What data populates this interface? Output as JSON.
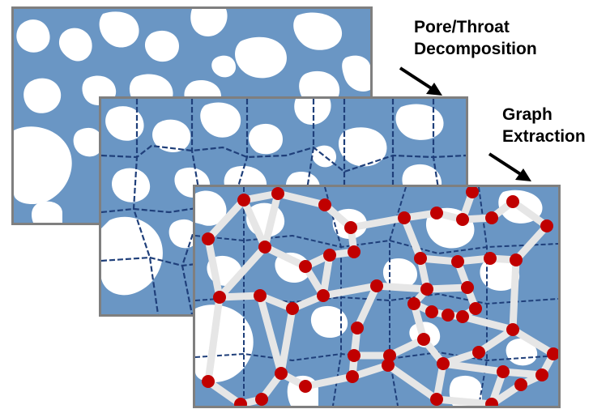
{
  "labels": {
    "step1_line1": "Pore/Throat",
    "step1_line2": "Decomposition",
    "step2_line1": "Graph",
    "step2_line2": "Extraction"
  },
  "colors": {
    "solid": "#6a96c4",
    "pore": "#ffffff",
    "throat_line": "#1f3f7a",
    "edge": "#e6e6e6",
    "node": "#c00000",
    "frame": "#7f7f7f"
  },
  "panels": [
    "binary-pore-image",
    "pore-throat-decomposition",
    "pore-network-graph"
  ]
}
